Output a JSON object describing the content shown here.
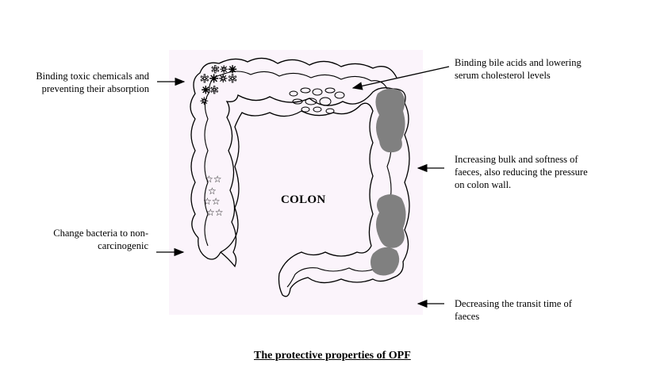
{
  "labels": {
    "toxic": [
      "Binding toxic chemicals and",
      "preventing their absorption"
    ],
    "bile": [
      "Binding bile acids and lowering",
      "serum cholesterol levels"
    ],
    "bulk": [
      "Increasing bulk and softness of",
      "faeces, also reducing the pressure",
      "on colon wall."
    ],
    "bacteria": [
      "Change bacteria to non-",
      "carcinogenic"
    ],
    "transit": [
      "Decreasing the transit time of",
      "faeces"
    ]
  },
  "colon_label": "COLON",
  "caption": "The protective properties of OPF",
  "colors": {
    "background": "#fbf4fb",
    "line": "#000000",
    "faeces": "#808080"
  }
}
